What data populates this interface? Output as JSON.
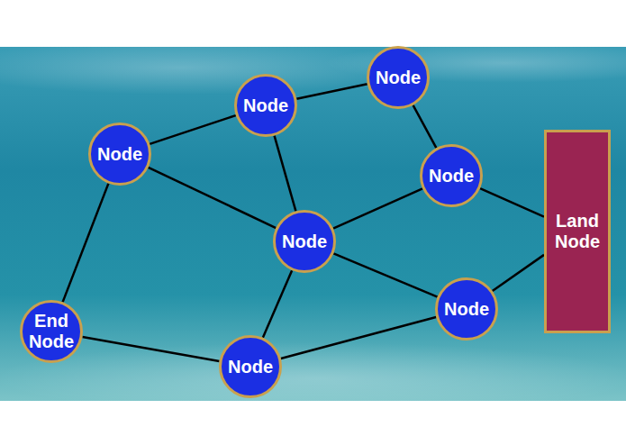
{
  "diagram": {
    "nodes": [
      {
        "text": [
          "Node"
        ]
      },
      {
        "text": [
          "Node"
        ]
      },
      {
        "text": [
          "Node"
        ]
      },
      {
        "text": [
          "Node"
        ]
      },
      {
        "text": [
          "Land Node"
        ]
      },
      {
        "text": [
          "Node"
        ]
      },
      {
        "text": [
          "Node"
        ]
      },
      {
        "text": [
          "End Node"
        ]
      },
      {
        "text": [
          "Node"
        ]
      }
    ],
    "edges": [
      {
        "from": 1,
        "to": 0,
        "arrow": "none"
      },
      {
        "from": 1,
        "to": 2,
        "arrow": "none"
      },
      {
        "from": 1,
        "to": 5,
        "arrow": "none"
      },
      {
        "from": 0,
        "to": 3,
        "arrow": "none"
      },
      {
        "from": 3,
        "to": 4,
        "arrow": "none"
      },
      {
        "from": 3,
        "to": 5,
        "arrow": "none"
      },
      {
        "from": 2,
        "to": 5,
        "arrow": "none"
      },
      {
        "from": 2,
        "to": 7,
        "arrow": "none"
      },
      {
        "from": 5,
        "to": 6,
        "arrow": "none"
      },
      {
        "from": 5,
        "to": 8,
        "arrow": "none"
      },
      {
        "from": 6,
        "to": 4,
        "arrow": "none"
      },
      {
        "from": 7,
        "to": 8,
        "arrow": "none"
      },
      {
        "from": 8,
        "to": 6,
        "arrow": "none"
      }
    ]
  }
}
